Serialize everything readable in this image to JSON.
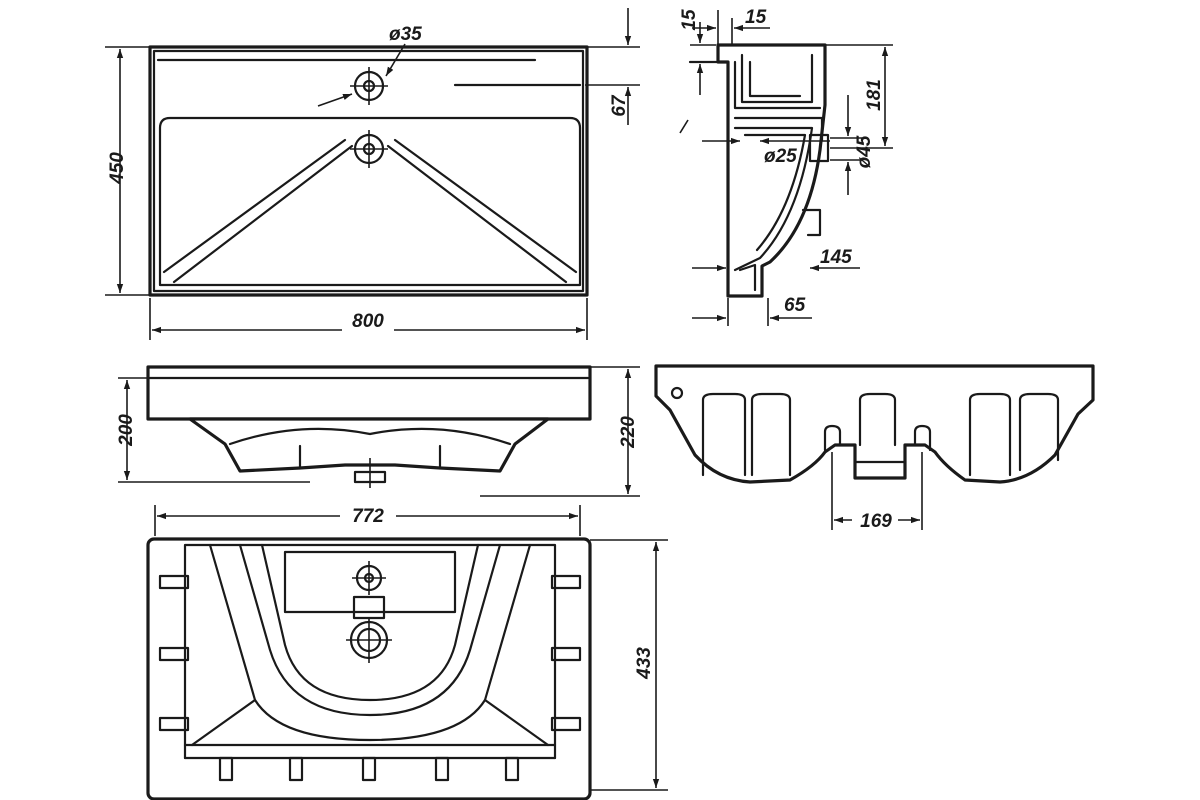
{
  "drawing": {
    "dimensions": {
      "hole_diameter": "ø35",
      "depth": "450",
      "width": "800",
      "hole_offset": "67",
      "rim_thickness": "15",
      "rim_overhang": "15",
      "side_height": "181",
      "drain_diameter": "ø25",
      "overflow_diameter": "ø45",
      "drain_depth": "145",
      "drain_offset": "65",
      "front_height": "200",
      "total_height": "220",
      "front_width": "772",
      "back_spacing": "169",
      "bottom_depth": "433"
    },
    "colors": {
      "line": "#1a1a1a",
      "background": "#ffffff"
    }
  }
}
